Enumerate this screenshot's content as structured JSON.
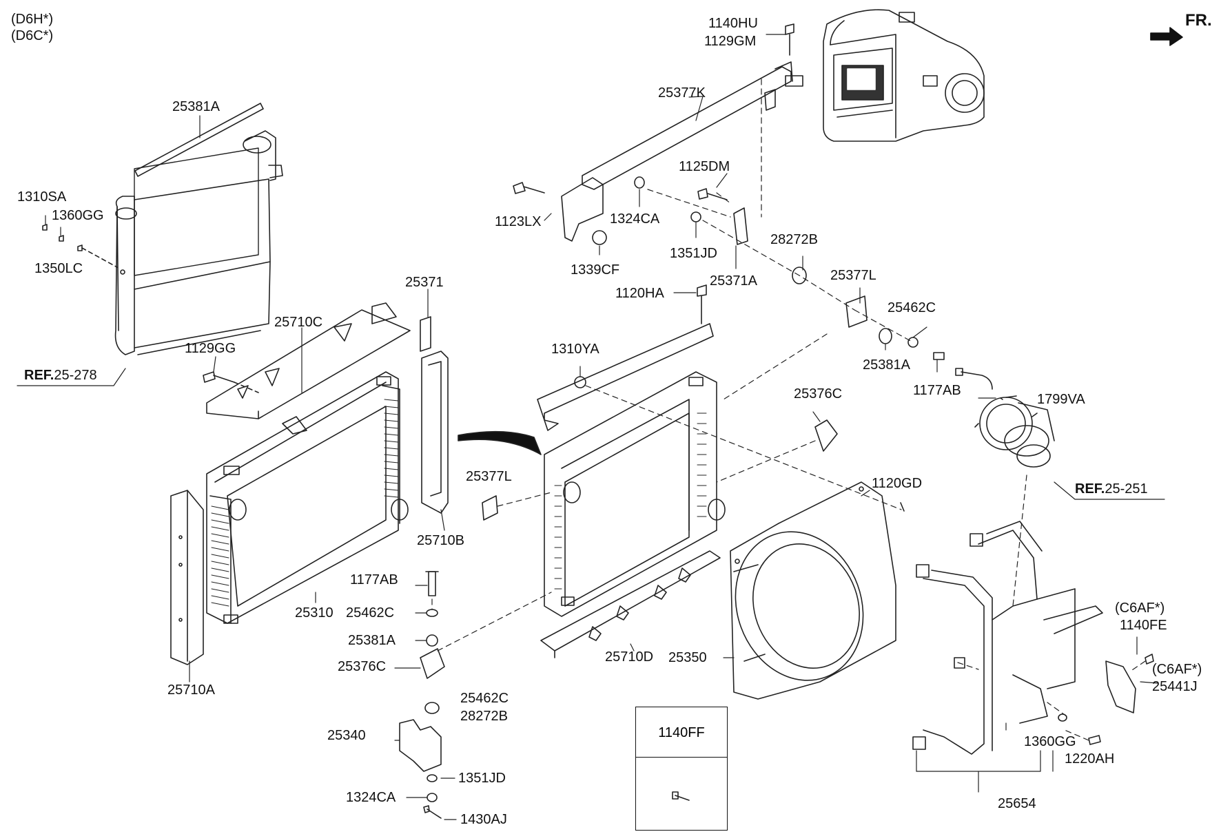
{
  "header": {
    "variant_1": "(D6H*)",
    "variant_2": "(D6C*)",
    "direction": "FR."
  },
  "refs": [
    {
      "prefix": "REF.",
      "number": "25-278"
    },
    {
      "prefix": "REF.",
      "number": "25-251"
    }
  ],
  "labels": {
    "p25381A_top": "25381A",
    "p1310SA": "1310SA",
    "p1360GG_top": "1360GG",
    "p1350LC": "1350LC",
    "p25371": "25371",
    "p25710C": "25710C",
    "p1129GG": "1129GG",
    "p25710B": "25710B",
    "p1177AB_left": "1177AB",
    "p25310": "25310",
    "p25462C_left": "25462C",
    "p25381A_left": "25381A",
    "p25376C_left": "25376C",
    "p25462C_b": "25462C",
    "p28272B_b": "28272B",
    "p25340": "25340",
    "p1351JD_b": "1351JD",
    "p1324CA_b": "1324CA",
    "p1430AJ": "1430AJ",
    "p25710A": "25710A",
    "p1140HU": "1140HU",
    "p1129GM": "1129GM",
    "p25377K": "25377K",
    "p1125DM": "1125DM",
    "p1123LX": "1123LX",
    "p1324CA_top": "1324CA",
    "p1351JD_top": "1351JD",
    "p1339CF": "1339CF",
    "p25371A": "25371A",
    "p28272B_top": "28272B",
    "p1120HA": "1120HA",
    "p25377L_top": "25377L",
    "p25462C_right": "25462C",
    "p25381A_right": "25381A",
    "p1177AB_right": "1177AB",
    "p1310YA": "1310YA",
    "p25376C_right": "25376C",
    "p1799VA": "1799VA",
    "p25377L_left": "25377L",
    "p1120GD": "1120GD",
    "p25710D": "25710D",
    "p25350": "25350",
    "p1140FF": "1140FF",
    "p1360GG_bot": "1360GG",
    "p1220AH": "1220AH",
    "p25654": "25654",
    "p_c6af_1": "(C6AF*)",
    "p1140FE": "1140FE",
    "p_c6af_2": "(C6AF*)",
    "p25441J": "25441J"
  }
}
